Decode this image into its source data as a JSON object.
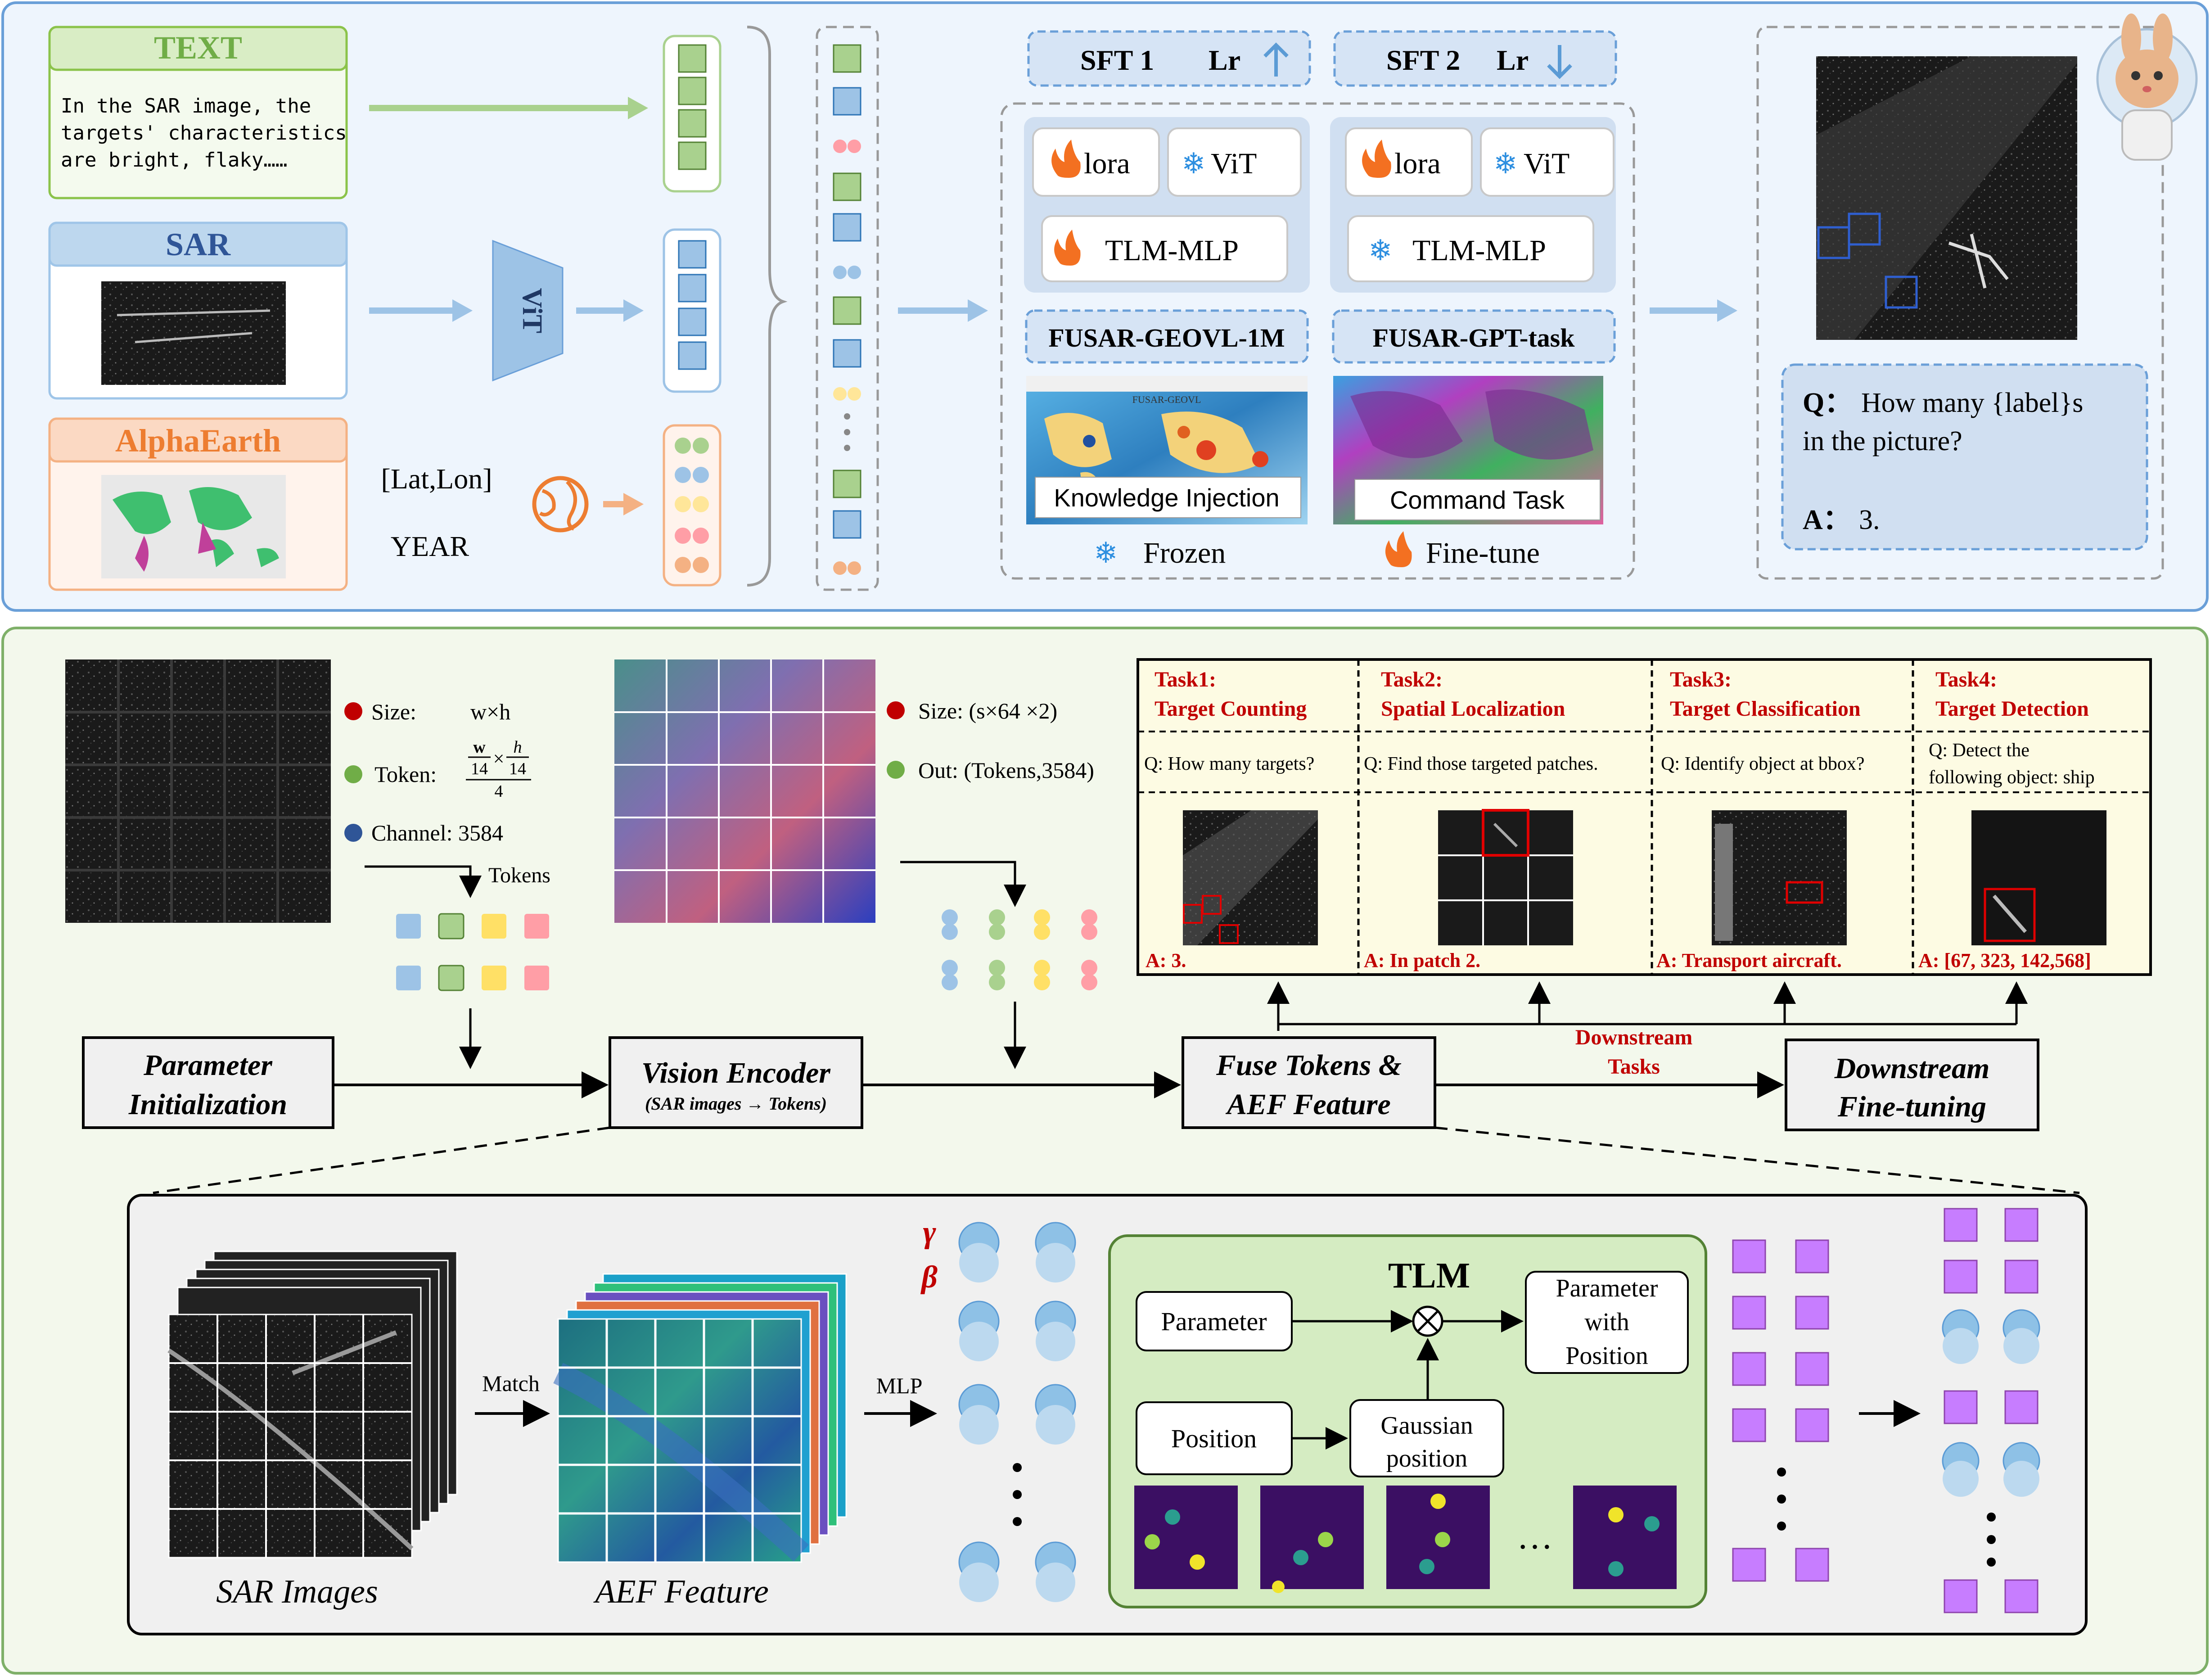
{
  "top": {
    "text_panel": {
      "title": "TEXT",
      "lines": [
        "In the SAR image, the",
        "targets'  characteristics",
        "are bright, flaky……"
      ]
    },
    "sar_panel": {
      "title": "SAR"
    },
    "alphaearth_panel": {
      "title": "AlphaEarth"
    },
    "vit_label": "ViT",
    "latlon_label": "[Lat,Lon]",
    "year_label": "YEAR",
    "sft1": {
      "label": "SFT 1",
      "lr": "Lr"
    },
    "sft2": {
      "label": "SFT 2",
      "lr": "Lr"
    },
    "stage1": {
      "lora": "lora",
      "vit": "ViT",
      "tlm": "TLM-MLP",
      "dataset": "FUSAR-GEOVL-1M",
      "map_caption": "Knowledge Injection",
      "map_title": "FUSAR-GEOVL",
      "mode": "Frozen"
    },
    "stage2": {
      "lora": "lora",
      "vit": "ViT",
      "tlm": "TLM-MLP",
      "dataset": "FUSAR-GPT-task",
      "map_caption": "Command Task",
      "mode": "Fine-tune"
    },
    "qa": {
      "q_prefix": "Q：",
      "q_line1": "How many {label}s",
      "q_line2": "in the picture?",
      "a_prefix": "A：",
      "a_text": "3."
    }
  },
  "middle": {
    "sar_info": {
      "size_label": "Size:",
      "size_value": "w×h",
      "token_label": "Token:",
      "token_w": "w",
      "token_h": "h",
      "token_div": "14",
      "token_denom": "4",
      "token_times": "×",
      "channel_label": "Channel: 3584",
      "tokens_label": "Tokens"
    },
    "aef_info": {
      "size_label": "Size: (s×64 ×2)",
      "out_label": "Out:  (Tokens,3584)"
    },
    "tasks": [
      {
        "title": "Task1:",
        "name": "Target Counting",
        "question": "Q: How many targets?",
        "answer": "A: 3."
      },
      {
        "title": "Task2:",
        "name": "Spatial Localization",
        "question": "Q: Find those targeted patches.",
        "answer": "A: In patch 2."
      },
      {
        "title": "Task3:",
        "name": "Target Classification",
        "question": "Q: Identify object at bbox?",
        "answer": "A: Transport aircraft."
      },
      {
        "title": "Task4:",
        "name": "Target Detection",
        "question_line1": "Q: Detect the",
        "question_line2": "following object: ship",
        "answer": "A: [67, 323, 142,568]"
      }
    ],
    "flow": {
      "param_init": [
        "Parameter",
        "Initialization"
      ],
      "vision_encoder": "Vision Encoder",
      "vision_encoder_sub": "(SAR images → Tokens)",
      "fuse": [
        "Fuse Tokens &",
        "AEF Feature"
      ],
      "downstream_tasks": [
        "Downstream",
        "Tasks"
      ],
      "downstream_ft": [
        "Downstream",
        "Fine-tuning"
      ]
    }
  },
  "bottom": {
    "sar_images_label": "SAR Images",
    "match_label": "Match",
    "aef_feature_label": "AEF Feature",
    "mlp_label": "MLP",
    "gamma": "γ",
    "beta": "β",
    "tlm": {
      "title": "TLM",
      "parameter": "Parameter",
      "position": "Position",
      "output": [
        "Parameter",
        "with",
        "Position"
      ],
      "gaussian": [
        "Gaussian",
        "position"
      ],
      "ellipsis": "…"
    }
  },
  "colors": {
    "top_border": "#6a9fd8",
    "top_bg": "#eef5fd",
    "bottom_border": "#7fb069",
    "bottom_bg": "#f3f8ec",
    "task_bg": "#fdfbe3",
    "task_red": "#c00000",
    "tlm_green": "#d5ecc2",
    "purple_token": "#c77dff"
  }
}
